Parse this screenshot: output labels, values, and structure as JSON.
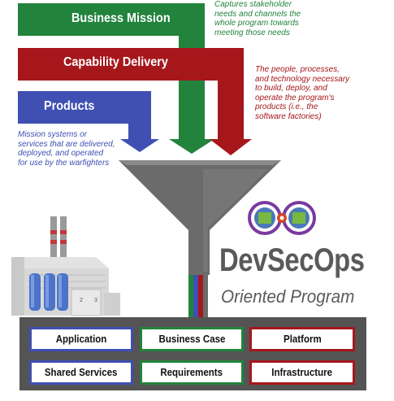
{
  "bars": {
    "mission": {
      "label": "Business Mission",
      "color": "#22833d"
    },
    "capability": {
      "label": "Capability Delivery",
      "color": "#a6171c"
    },
    "products": {
      "label": "Products",
      "color": "#3f4fb2"
    }
  },
  "notes": {
    "mission": [
      "Captures stakeholder",
      "needs and channels the",
      "whole program towards",
      "meeting those needs"
    ],
    "capability": [
      "The people, processes,",
      "and technology necessary",
      "to build, deploy, and",
      "operate the program's",
      "products (i.e., the",
      "software factories)"
    ],
    "products": [
      "Mission systems or",
      "services that are delivered,",
      "deployed, and operated",
      "for use by the warfighters"
    ]
  },
  "brand": {
    "title": "DevSecOps",
    "subtitle": "Oriented Program"
  },
  "factory": {
    "panel_numbers": [
      "2",
      "3"
    ]
  },
  "boxes": [
    {
      "label": "Application",
      "color": "#3f4fb2"
    },
    {
      "label": "Business Case",
      "color": "#22833d"
    },
    {
      "label": "Platform",
      "color": "#a6171c"
    },
    {
      "label": "Shared Services",
      "color": "#3f4fb2"
    },
    {
      "label": "Requirements",
      "color": "#22833d"
    },
    {
      "label": "Infrastructure",
      "color": "#a6171c"
    }
  ],
  "colors": {
    "funnel": "#6b6b6b",
    "panel": "#545454",
    "note_blue": "#3f4fb2",
    "note_green": "#22833d",
    "note_red": "#a6171c"
  }
}
